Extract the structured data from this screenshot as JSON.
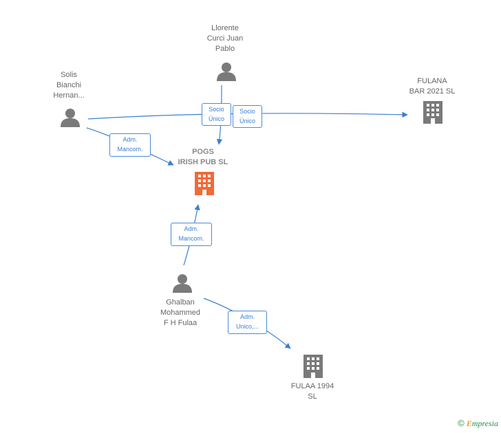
{
  "nodes": {
    "llorente": {
      "label": "Llorente\nCurci Juan\nPablo",
      "icon": "person-icon"
    },
    "solis": {
      "label": "Solis\nBianchi\nHernan...",
      "icon": "person-icon"
    },
    "fulana": {
      "label": "FULANA\nBAR 2021  SL",
      "icon": "building-icon"
    },
    "pogs": {
      "label": "POGS\nIRISH PUB  SL",
      "icon": "building-icon"
    },
    "ghalban": {
      "label": "Ghalban\nMohammed\nF H Fulaa",
      "icon": "person-icon"
    },
    "fulaa": {
      "label": "FULAA 1994\nSL",
      "icon": "building-icon"
    }
  },
  "edges": {
    "llorente_pogs": "Socio\nÚnico",
    "llorente_fulana": "Socio\nÚnico",
    "solis_pogs": "Adm.\nMancom.",
    "ghalban_pogs": "Adm.\nMancom.",
    "ghalban_fulaa": "Adm.\nUnico,..."
  },
  "colors": {
    "edge": "#3b7fd1",
    "person": "#7a7a7a",
    "building": "#7a7a7a",
    "focus": "#f26a35"
  },
  "brand": {
    "copyright": "©",
    "name_first": "E",
    "name_rest": "mpresia"
  }
}
